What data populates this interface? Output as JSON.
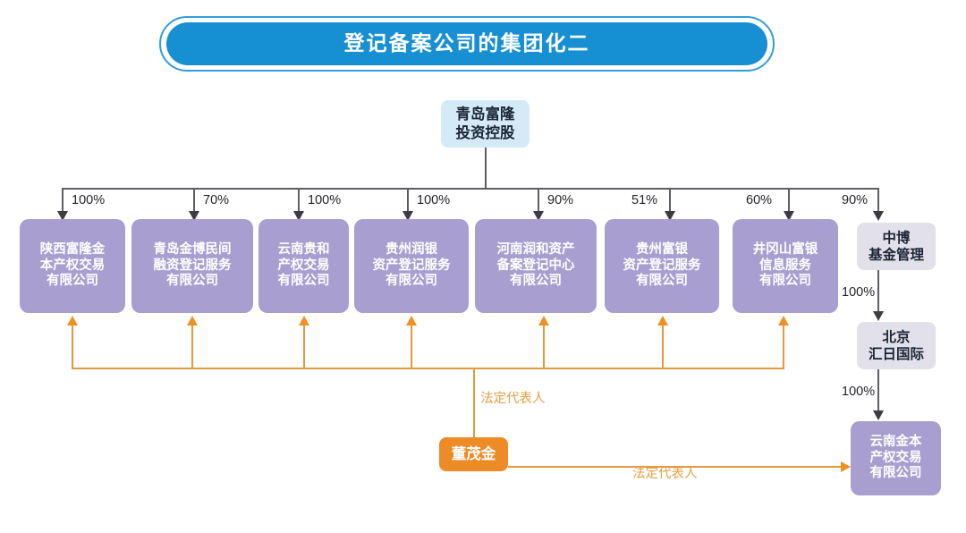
{
  "title": {
    "text": "登记备案公司的集团化二"
  },
  "root": {
    "name": "root-company",
    "lines": [
      "青岛富隆",
      "投资控股"
    ]
  },
  "subsidiaries": [
    {
      "pct": "100%",
      "lines": [
        "陕西富隆金",
        "本产权交易",
        "有限公司"
      ]
    },
    {
      "pct": "70%",
      "lines": [
        "青岛金博民间",
        "融资登记服务",
        "有限公司"
      ]
    },
    {
      "pct": "100%",
      "lines": [
        "云南贵和",
        "产权交易",
        "有限公司"
      ]
    },
    {
      "pct": "100%",
      "lines": [
        "贵州润银",
        "资产登记服务",
        "有限公司"
      ]
    },
    {
      "pct": "90%",
      "lines": [
        "河南润和资产",
        "备案登记中心",
        "有限公司"
      ]
    },
    {
      "pct": "51%",
      "lines": [
        "贵州富银",
        "资产登记服务",
        "有限公司"
      ]
    },
    {
      "pct": "60%",
      "lines": [
        "井冈山富银",
        "信息服务",
        "有限公司"
      ]
    }
  ],
  "right_branch": {
    "top": {
      "pct": "90%",
      "lines": [
        "中博",
        "基金管理"
      ]
    },
    "middle": {
      "pct": "100%",
      "lines": [
        "北京",
        "汇日国际"
      ]
    },
    "bottom": {
      "pct": "100%",
      "lines": [
        "云南金本",
        "产权交易",
        "有限公司"
      ]
    }
  },
  "person": {
    "name": "董茂金",
    "relation_up": "法定代表人",
    "relation_right": "法定代表人"
  },
  "colors": {
    "title_fill": "#168fd3",
    "title_ring": "#2f9fdc",
    "root_fill": "#d5eaf7",
    "subsidiary_fill": "#a89fd0",
    "gray_fill": "#e2e0ea",
    "person_fill": "#ed8b26",
    "connector": "#5d5d66",
    "orange_connector": "#e39a3e"
  }
}
